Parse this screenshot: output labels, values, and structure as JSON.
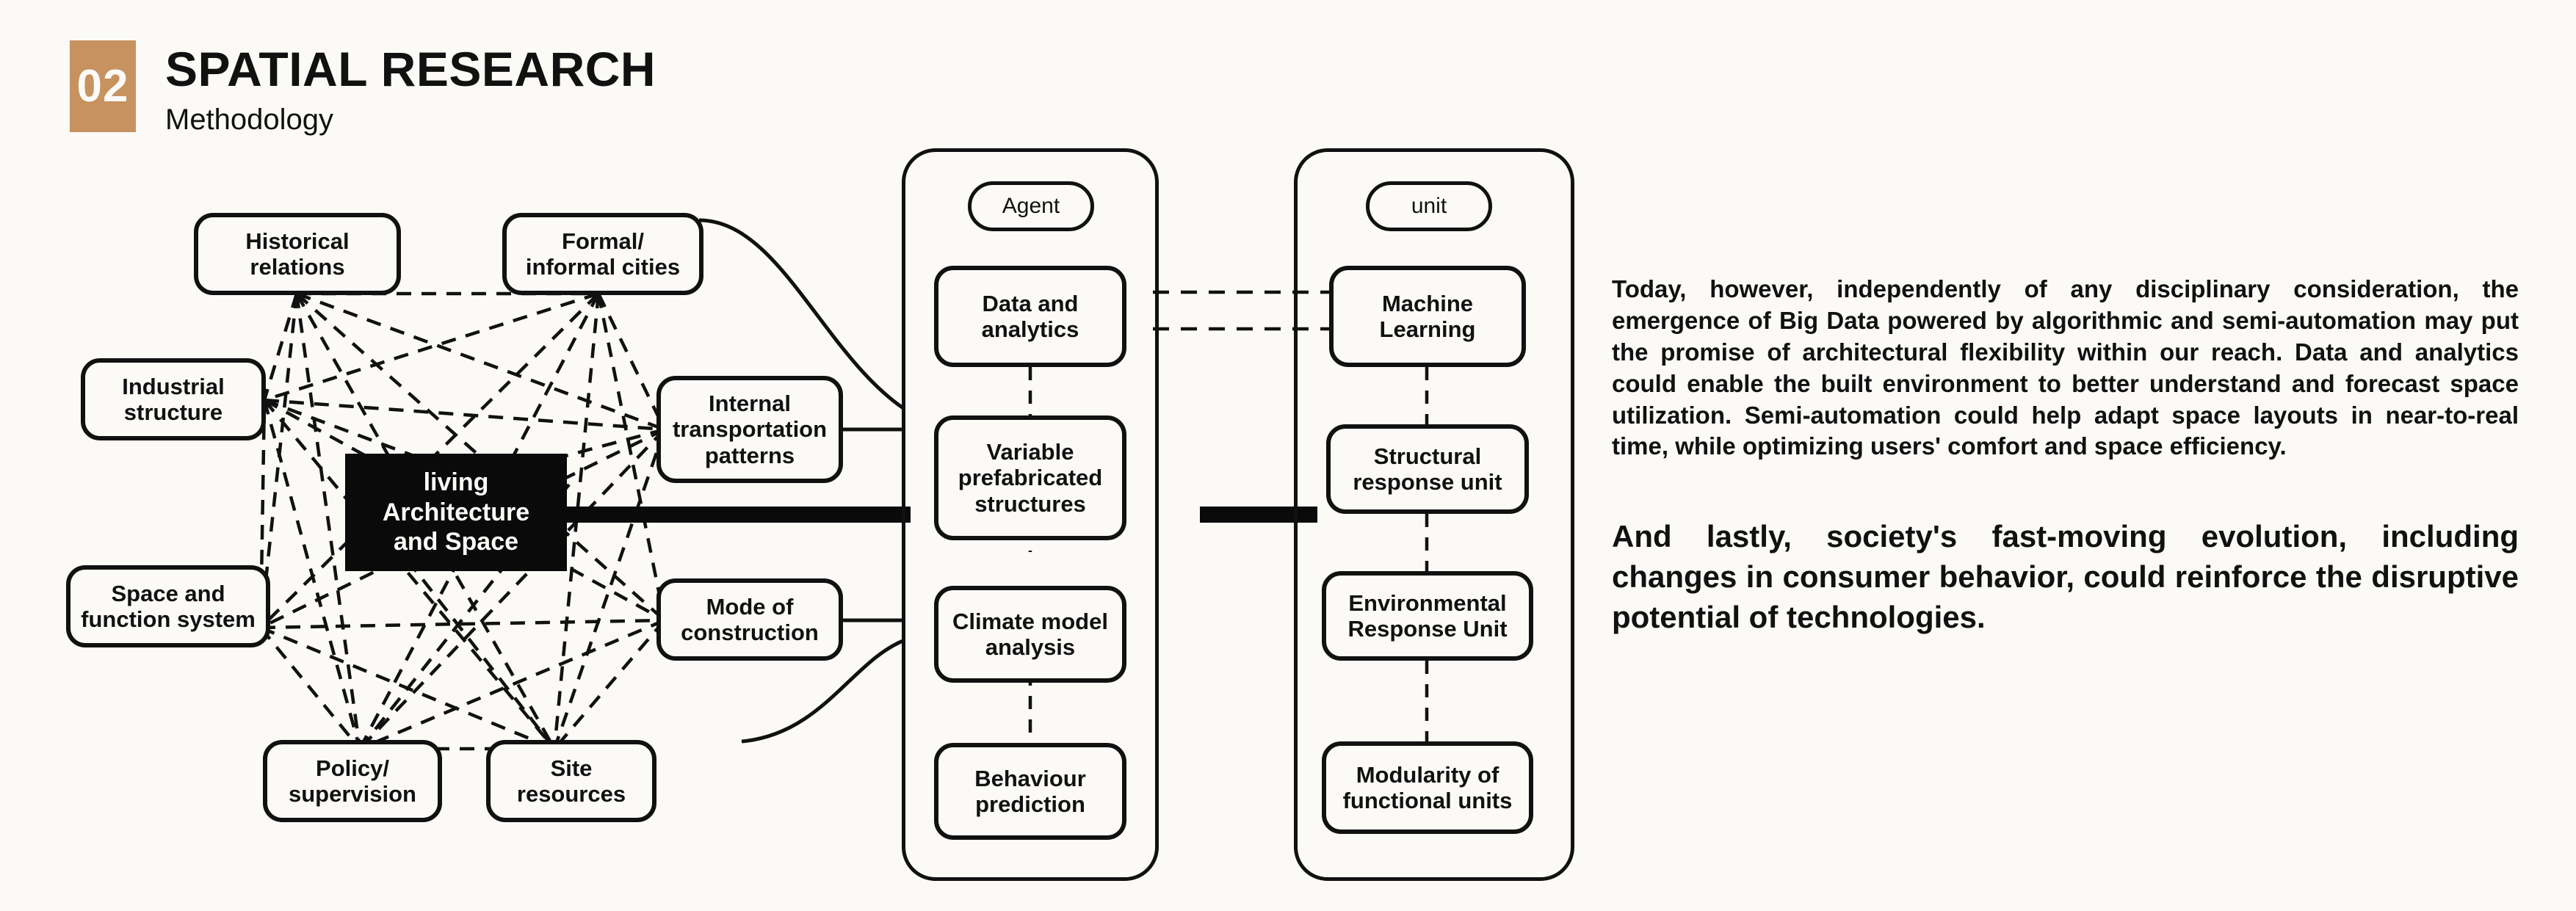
{
  "header": {
    "number": "02",
    "title": "SPATIAL RESEARCH",
    "subtitle": "Methodology",
    "accent_color": "#C7925F",
    "background_color": "#FBFAF7"
  },
  "diagram": {
    "core": {
      "label": "living\nArchitecture\nand Space",
      "line1": "living",
      "line2": "Architecture",
      "line3": "and Space",
      "fill": "#0A0A0A",
      "text_color": "#FBFAF7"
    },
    "context_nodes": [
      {
        "id": "historical-relations",
        "line1": "Historical",
        "line2": "relations"
      },
      {
        "id": "formal-informal-cities",
        "line1": "Formal/",
        "line2": "informal cities"
      },
      {
        "id": "industrial-structure",
        "line1": "Industrial",
        "line2": "structure"
      },
      {
        "id": "internal-transportation-patterns",
        "line1": "Internal",
        "line2": "transportation",
        "line3": "patterns"
      },
      {
        "id": "space-and-function-system",
        "line1": "Space and",
        "line2": "function system"
      },
      {
        "id": "mode-of-construction",
        "line1": "Mode of",
        "line2": "construction"
      },
      {
        "id": "policy-supervision",
        "line1": "Policy/",
        "line2": "supervision"
      },
      {
        "id": "site-resources",
        "line1": "Site",
        "line2": "resources"
      }
    ],
    "agent_panel": {
      "title": "Agent",
      "nodes": [
        {
          "id": "data-and-analytics",
          "line1": "Data and",
          "line2": "analytics"
        },
        {
          "id": "variable-prefabricated-structures",
          "line1": "Variable",
          "line2": "prefabricated",
          "line3": "structures"
        },
        {
          "id": "climate-model-analysis",
          "line1": "Climate model",
          "line2": "analysis"
        },
        {
          "id": "behaviour-prediction",
          "line1": "Behaviour",
          "line2": "prediction"
        }
      ]
    },
    "unit_panel": {
      "title": "unit",
      "nodes": [
        {
          "id": "machine-learning",
          "line1": "Machine",
          "line2": "Learning"
        },
        {
          "id": "structural-response-unit",
          "line1": "Structural",
          "line2": "response unit"
        },
        {
          "id": "environmental-response-unit",
          "line1": "Environmental",
          "line2": "Response Unit"
        },
        {
          "id": "modularity-of-functional-units",
          "line1": "Modularity of",
          "line2": "functional units"
        }
      ]
    }
  },
  "copy": {
    "paragraph_primary": "Today, however, independently of any disciplinary consideration, the emergence of Big Data powered by algorithmic and semi-automation may put the promise of architectural flexibility within our reach. Data and analytics could enable the built environment to better understand and forecast space utilization. Semi-automation could help adapt space layouts in near-to-real time, while optimizing users' comfort and space efficiency.",
    "paragraph_emphasis": "And lastly, society's fast-moving evolution, including changes in consumer behavior, could reinforce the disruptive potential of technologies."
  }
}
